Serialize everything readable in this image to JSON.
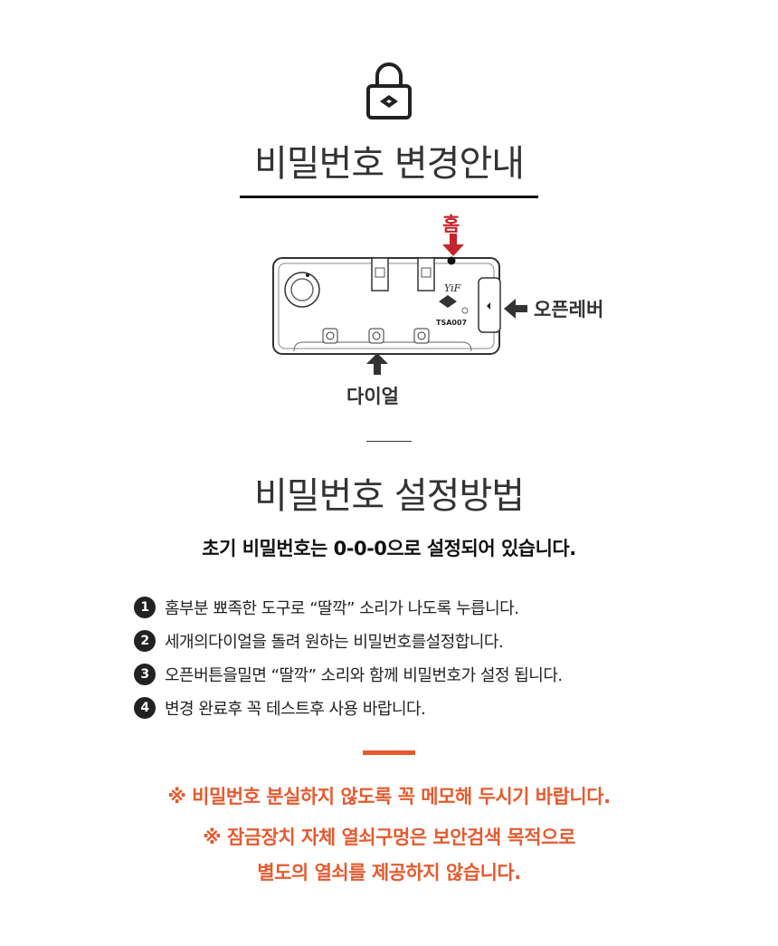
{
  "header": {
    "title": "비밀번호 변경안내"
  },
  "diagram": {
    "home_label": "홈",
    "lever_label": "오픈레버",
    "dial_label": "다이얼",
    "brand": "YiF",
    "model": "TSA007",
    "colors": {
      "home": "#c4252b",
      "arrow": "#333333"
    }
  },
  "method": {
    "title": "비밀번호 설정방법",
    "subtitle": "초기 비밀번호는 0-0-0으로 설정되어 있습니다.",
    "steps": [
      {
        "num": "1",
        "text": "홈부분 뾰족한 도구로 “딸깍” 소리가 나도록 누릅니다."
      },
      {
        "num": "2",
        "text": "세개의다이얼을 돌려 원하는 비밀번호를설정합니다."
      },
      {
        "num": "3",
        "text": "오픈버튼을밀면 “딸깍” 소리와 함께 비밀번호가 설정 됩니다."
      },
      {
        "num": "4",
        "text": "변경 완료후 꼭 테스트후 사용 바랍니다."
      }
    ]
  },
  "notes": {
    "accent": "#e65a2e",
    "note1": "※ 비밀번호 분실하지 않도록 꼭 메모해 두시기 바랍니다.",
    "note2_line1": "※ 잠금장치 자체 열쇠구멍은 보안검색 목적으로",
    "note2_line2": "별도의 열쇠를 제공하지 않습니다."
  }
}
